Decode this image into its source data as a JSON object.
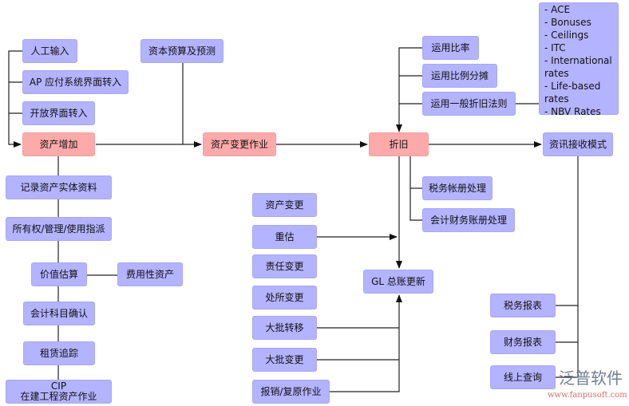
{
  "nodes": {
    "manual_input": "人工输入",
    "ap_interface": "AP 应付系统界面转入",
    "open_interface": "开放界面转入",
    "asset_add": "资产增加",
    "capital_budget": "资本预算及预测",
    "asset_change_op": "资产变更作业",
    "depreciation": "折旧",
    "info_receive": "资讯接收模式",
    "use_ratio": "运用比率",
    "use_ratio_alloc": "运用比例分摊",
    "general_depr": "运用一般折旧法则",
    "tax_book": "税务帐册处理",
    "acct_book": "会计财务账册处理",
    "record_asset": "记录资产实体资料",
    "ownership": "所有权/管理/使用指派",
    "valuation": "价值估算",
    "expense_asset": "费用性资产",
    "account_confirm": "会计科目确认",
    "lease_track": "租赁追踪",
    "cip_line1": "CIP",
    "cip_line2": "在建工程资产作业",
    "asset_change": "资产变更",
    "revaluation": "重估",
    "responsibility_change": "责任变更",
    "location_change": "处所变更",
    "bulk_transfer": "大批转移",
    "bulk_change": "大批变更",
    "writeoff_restore": "报销/复原作业",
    "gl_update": "GL 总账更新",
    "tax_report": "税务报表",
    "financial_report": "财务报表",
    "online_query": "线上查询"
  },
  "rate_list": [
    "- ACE",
    "- Bonuses",
    "- Ceilings",
    "- ITC",
    "- International",
    "rates",
    "- Life-based",
    "rates",
    "- NBV Rates"
  ],
  "watermark": {
    "title": "泛普软件",
    "url": "www.fanpusoft.com"
  },
  "colors": {
    "blue_node": "#b3b3ff",
    "pink_node": "#ffaaaa",
    "line": "#111111"
  }
}
